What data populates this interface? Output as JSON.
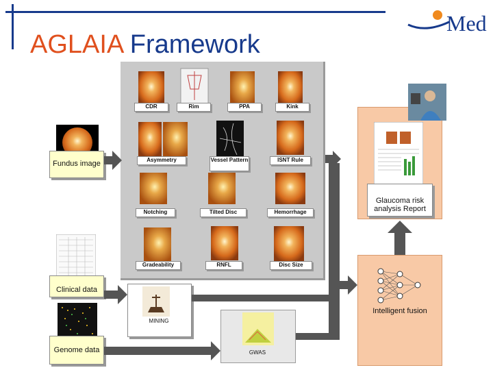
{
  "title": {
    "part1": "AGLAIA",
    "part2": "Framework"
  },
  "logo": {
    "text": "Med"
  },
  "features": [
    {
      "label": "CDR"
    },
    {
      "label": "Rim"
    },
    {
      "label": "PPA"
    },
    {
      "label": "Kink"
    },
    {
      "label": "Asymmetry"
    },
    {
      "label": "Vessel Pattern"
    },
    {
      "label": "ISNT Rule"
    },
    {
      "label": "Notching"
    },
    {
      "label": "Tilted Disc"
    },
    {
      "label": "Hemorrhage"
    },
    {
      "label": "Gradeability"
    },
    {
      "label": "RNFL"
    },
    {
      "label": "Disc Size"
    }
  ],
  "inputs": {
    "fundus": "Fundus image",
    "clinical": "Clinical data",
    "genome": "Genome data"
  },
  "modules": {
    "mining": "MINING",
    "gwas": "GWAS",
    "fusion": "Intelligent fusion",
    "report": "Glaucoma risk analysis Report"
  },
  "colors": {
    "title_accent": "#e0501e",
    "title_main": "#173a8c",
    "panel": "#c9c9c9",
    "orange": "#f8c9a6",
    "input_fill": "#ffffcc"
  }
}
